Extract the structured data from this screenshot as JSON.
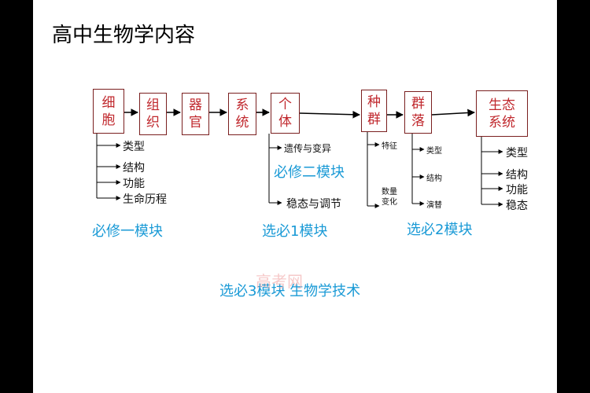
{
  "title": "高中生物学内容",
  "boxes": {
    "b1": "细\n胞",
    "b2": "组\n织",
    "b3": "器\n官",
    "b4": "系\n统",
    "b5": "个\n体",
    "b6": "种\n群",
    "b7": "群\n落",
    "b8": "生态\n系统"
  },
  "branches": {
    "cell": [
      "类型",
      "结构",
      "功能",
      "生命历程"
    ],
    "individual": [
      "遗传与变异",
      "稳态与调节"
    ],
    "population": [
      "特征",
      "数量\n变化"
    ],
    "community": [
      "类型",
      "结构",
      "演替"
    ],
    "ecosystem": [
      "类型",
      "结构",
      "功能",
      "稳态"
    ]
  },
  "modules": {
    "m1": "必修一模块",
    "m2": "必修二模块",
    "e1": "选必1模块",
    "e2": "选必2模块",
    "e3": "选必3模块  生物学技术"
  },
  "watermark": "高考网",
  "colors": {
    "box_text": "#c0282d",
    "module_text": "#1a9ad6",
    "border": "#7a1f1f"
  }
}
